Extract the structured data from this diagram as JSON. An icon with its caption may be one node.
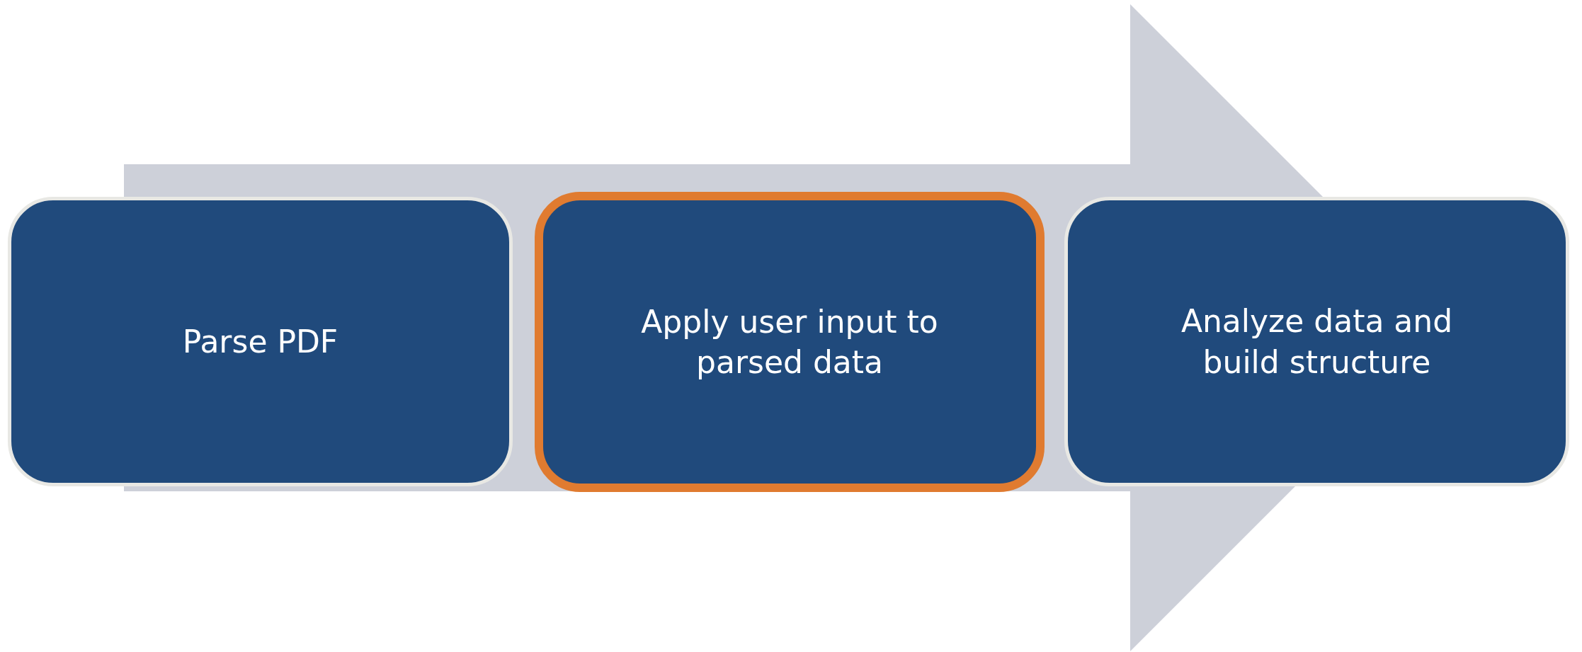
{
  "diagram": {
    "nodes": [
      {
        "text": [
          "Parse PDF"
        ]
      },
      {
        "text": [
          "Apply user input to parsed data"
        ]
      },
      {
        "text": [
          "Analyze data and build structure"
        ]
      }
    ],
    "edges": [
      {
        "from": 0,
        "to": 2,
        "arrow": "to"
      }
    ]
  }
}
